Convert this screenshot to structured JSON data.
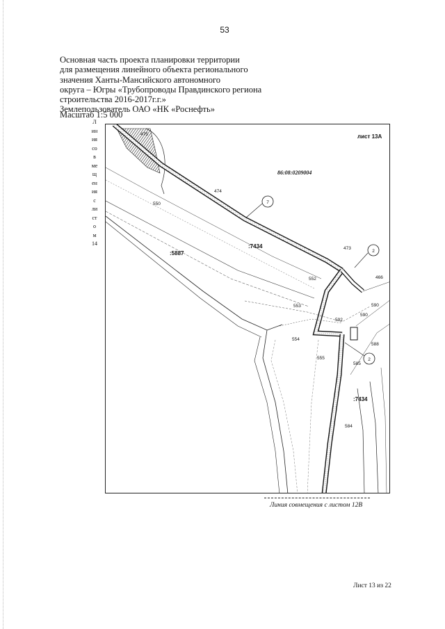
{
  "page_number": "53",
  "header": {
    "lines": [
      "Основная часть проекта планировки территории",
      "для размещения линейного объекта регионального",
      "значения Ханты-Мансийского автономного",
      "округа – Югры «Трубопроводы Правдинского региона",
      "строительства 2016-2017г.г.»",
      "Землепользователь ОАО «НК «Роснефть»"
    ],
    "scale": "Масштаб 1:5 000"
  },
  "side_note": [
    "Л",
    "ин",
    "ия",
    "со",
    "в",
    "ме",
    "щ",
    "ен",
    "ия",
    "с",
    "ли",
    "ст",
    "о",
    "м",
    "14"
  ],
  "map": {
    "sheet_label": "лист 13А",
    "cadastral_number": "86:08:0209004",
    "parcels": [
      ":5887",
      ":7434",
      ":7434"
    ],
    "point_labels": [
      "475",
      "550",
      "474",
      "473",
      "466",
      "552",
      "553",
      "590",
      "592",
      "590",
      "554",
      "588",
      "555",
      "585",
      "584"
    ],
    "callouts": [
      "7",
      "2",
      "2"
    ]
  },
  "match_line_caption": "Линия совмещения с листом 12В",
  "footer": "Лист 13 из 22"
}
